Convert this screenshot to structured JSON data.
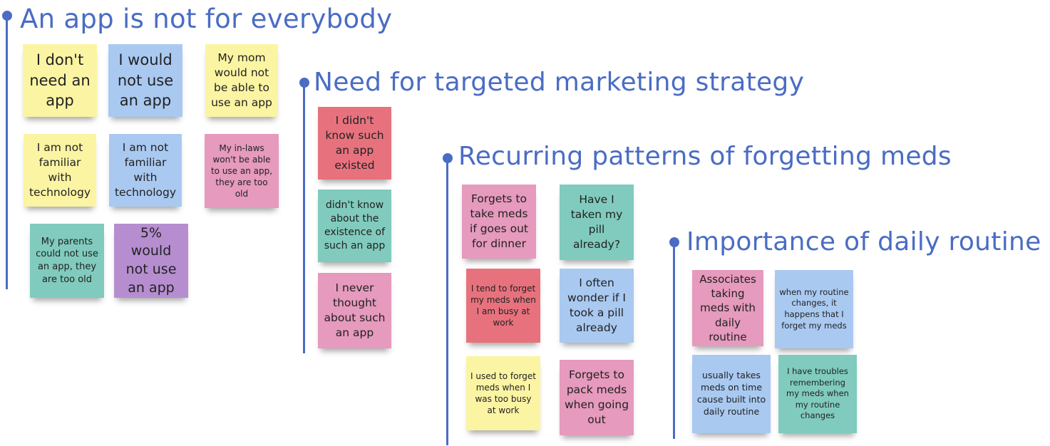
{
  "colors": {
    "accent": "#4a6cc4",
    "yellow": "#fbf4a3",
    "blue": "#a9c9f1",
    "pink": "#e69abd",
    "teal": "#80cbbd",
    "purple": "#b68ed0",
    "red": "#e7727d"
  },
  "groups": [
    {
      "title": "An app is not for everybody",
      "notes": [
        {
          "text": "I don't need an app",
          "color": "yellow"
        },
        {
          "text": "I would not use an app",
          "color": "blue"
        },
        {
          "text": "My mom would not be able to use an app",
          "color": "yellow"
        },
        {
          "text": "I am not familiar with technology",
          "color": "yellow"
        },
        {
          "text": "I am not familiar with technology",
          "color": "blue"
        },
        {
          "text": "My in-laws won't be able to use an app, they are too old",
          "color": "pink"
        },
        {
          "text": "My parents could not use an app, they are too old",
          "color": "teal"
        },
        {
          "text": "5% would not use an app",
          "color": "purple"
        }
      ]
    },
    {
      "title": "Need for targeted marketing strategy",
      "notes": [
        {
          "text": "I didn't know such an app existed",
          "color": "red"
        },
        {
          "text": "didn't know about the existence of such an app",
          "color": "teal"
        },
        {
          "text": "I never thought about such an app",
          "color": "pink"
        }
      ]
    },
    {
      "title": "Recurring patterns of forgetting meds",
      "notes": [
        {
          "text": "Forgets to take meds if goes out for dinner",
          "color": "pink"
        },
        {
          "text": "Have I taken my pill already?",
          "color": "teal"
        },
        {
          "text": "I tend to forget my meds when I am busy at work",
          "color": "red"
        },
        {
          "text": "I often wonder if I took a pill already",
          "color": "blue"
        },
        {
          "text": "I used to forget meds when I was too busy at work",
          "color": "yellow"
        },
        {
          "text": "Forgets to pack meds when going out",
          "color": "pink"
        }
      ]
    },
    {
      "title": "Importance of daily routine",
      "notes": [
        {
          "text": "Associates taking meds with daily routine",
          "color": "pink"
        },
        {
          "text": "when my routine changes, it happens that I forget my meds",
          "color": "blue"
        },
        {
          "text": "usually takes meds on time cause built into daily routine",
          "color": "blue"
        },
        {
          "text": "I have troubles remembering my meds when my routine changes",
          "color": "teal"
        }
      ]
    }
  ]
}
